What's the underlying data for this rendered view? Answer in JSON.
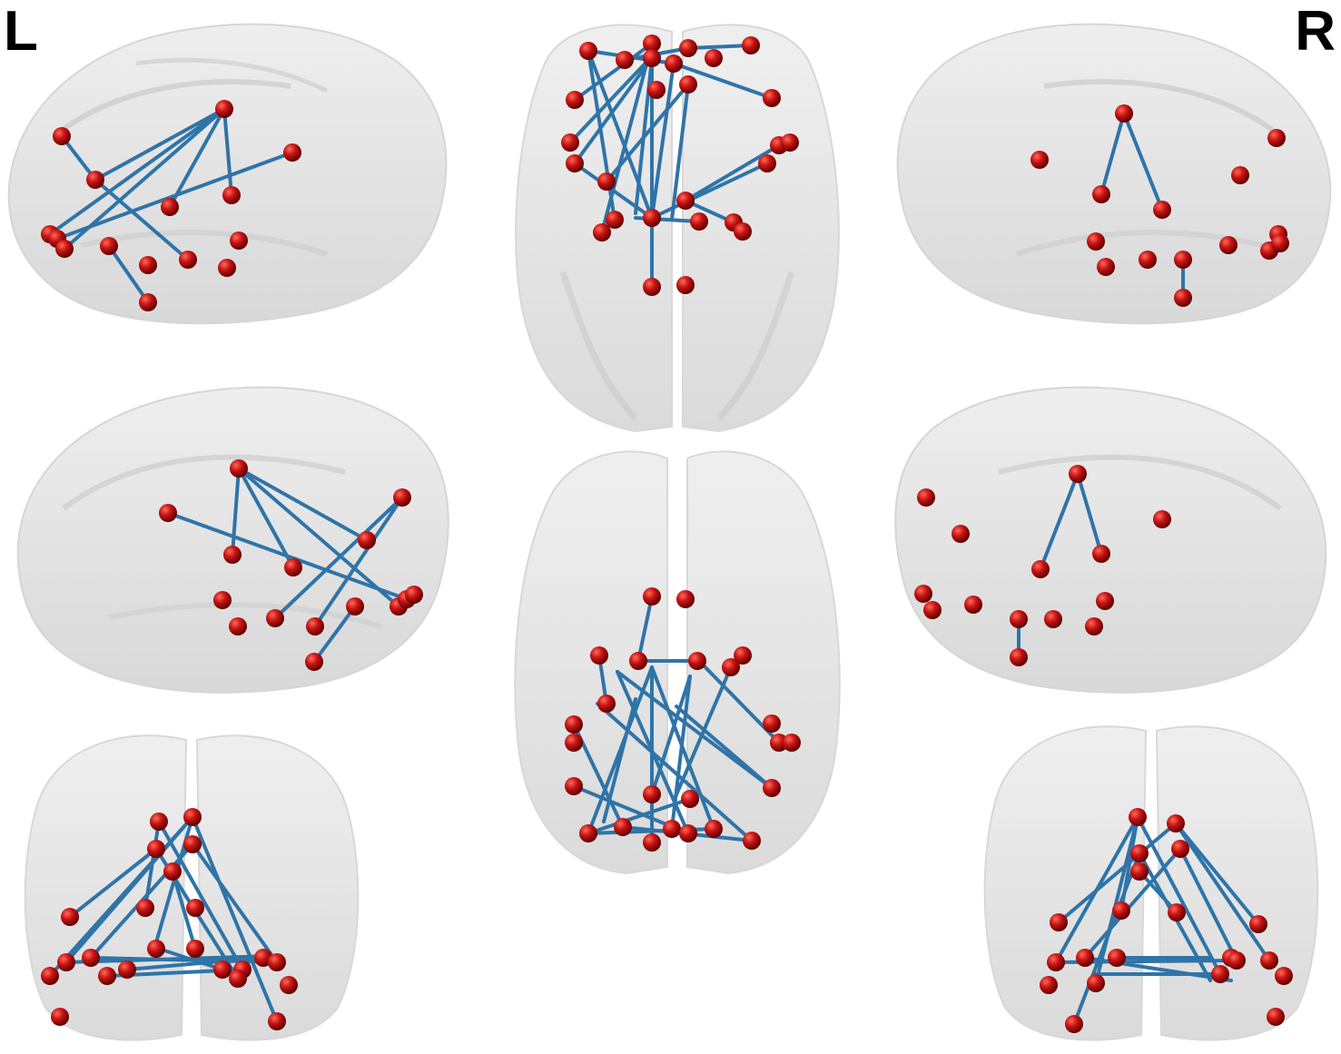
{
  "labels": {
    "left": "L",
    "right": "R"
  },
  "colors": {
    "background": "#ffffff",
    "brain": "#dcdcdc",
    "node": "#c81414",
    "edge": "#2f74a8"
  },
  "views": [
    {
      "name": "left-lateral-view"
    },
    {
      "name": "superior-view"
    },
    {
      "name": "right-lateral-view"
    },
    {
      "name": "left-medial-view"
    },
    {
      "name": "inferior-view"
    },
    {
      "name": "right-medial-view"
    },
    {
      "name": "anterior-view"
    },
    {
      "name": "posterior-view"
    }
  ]
}
